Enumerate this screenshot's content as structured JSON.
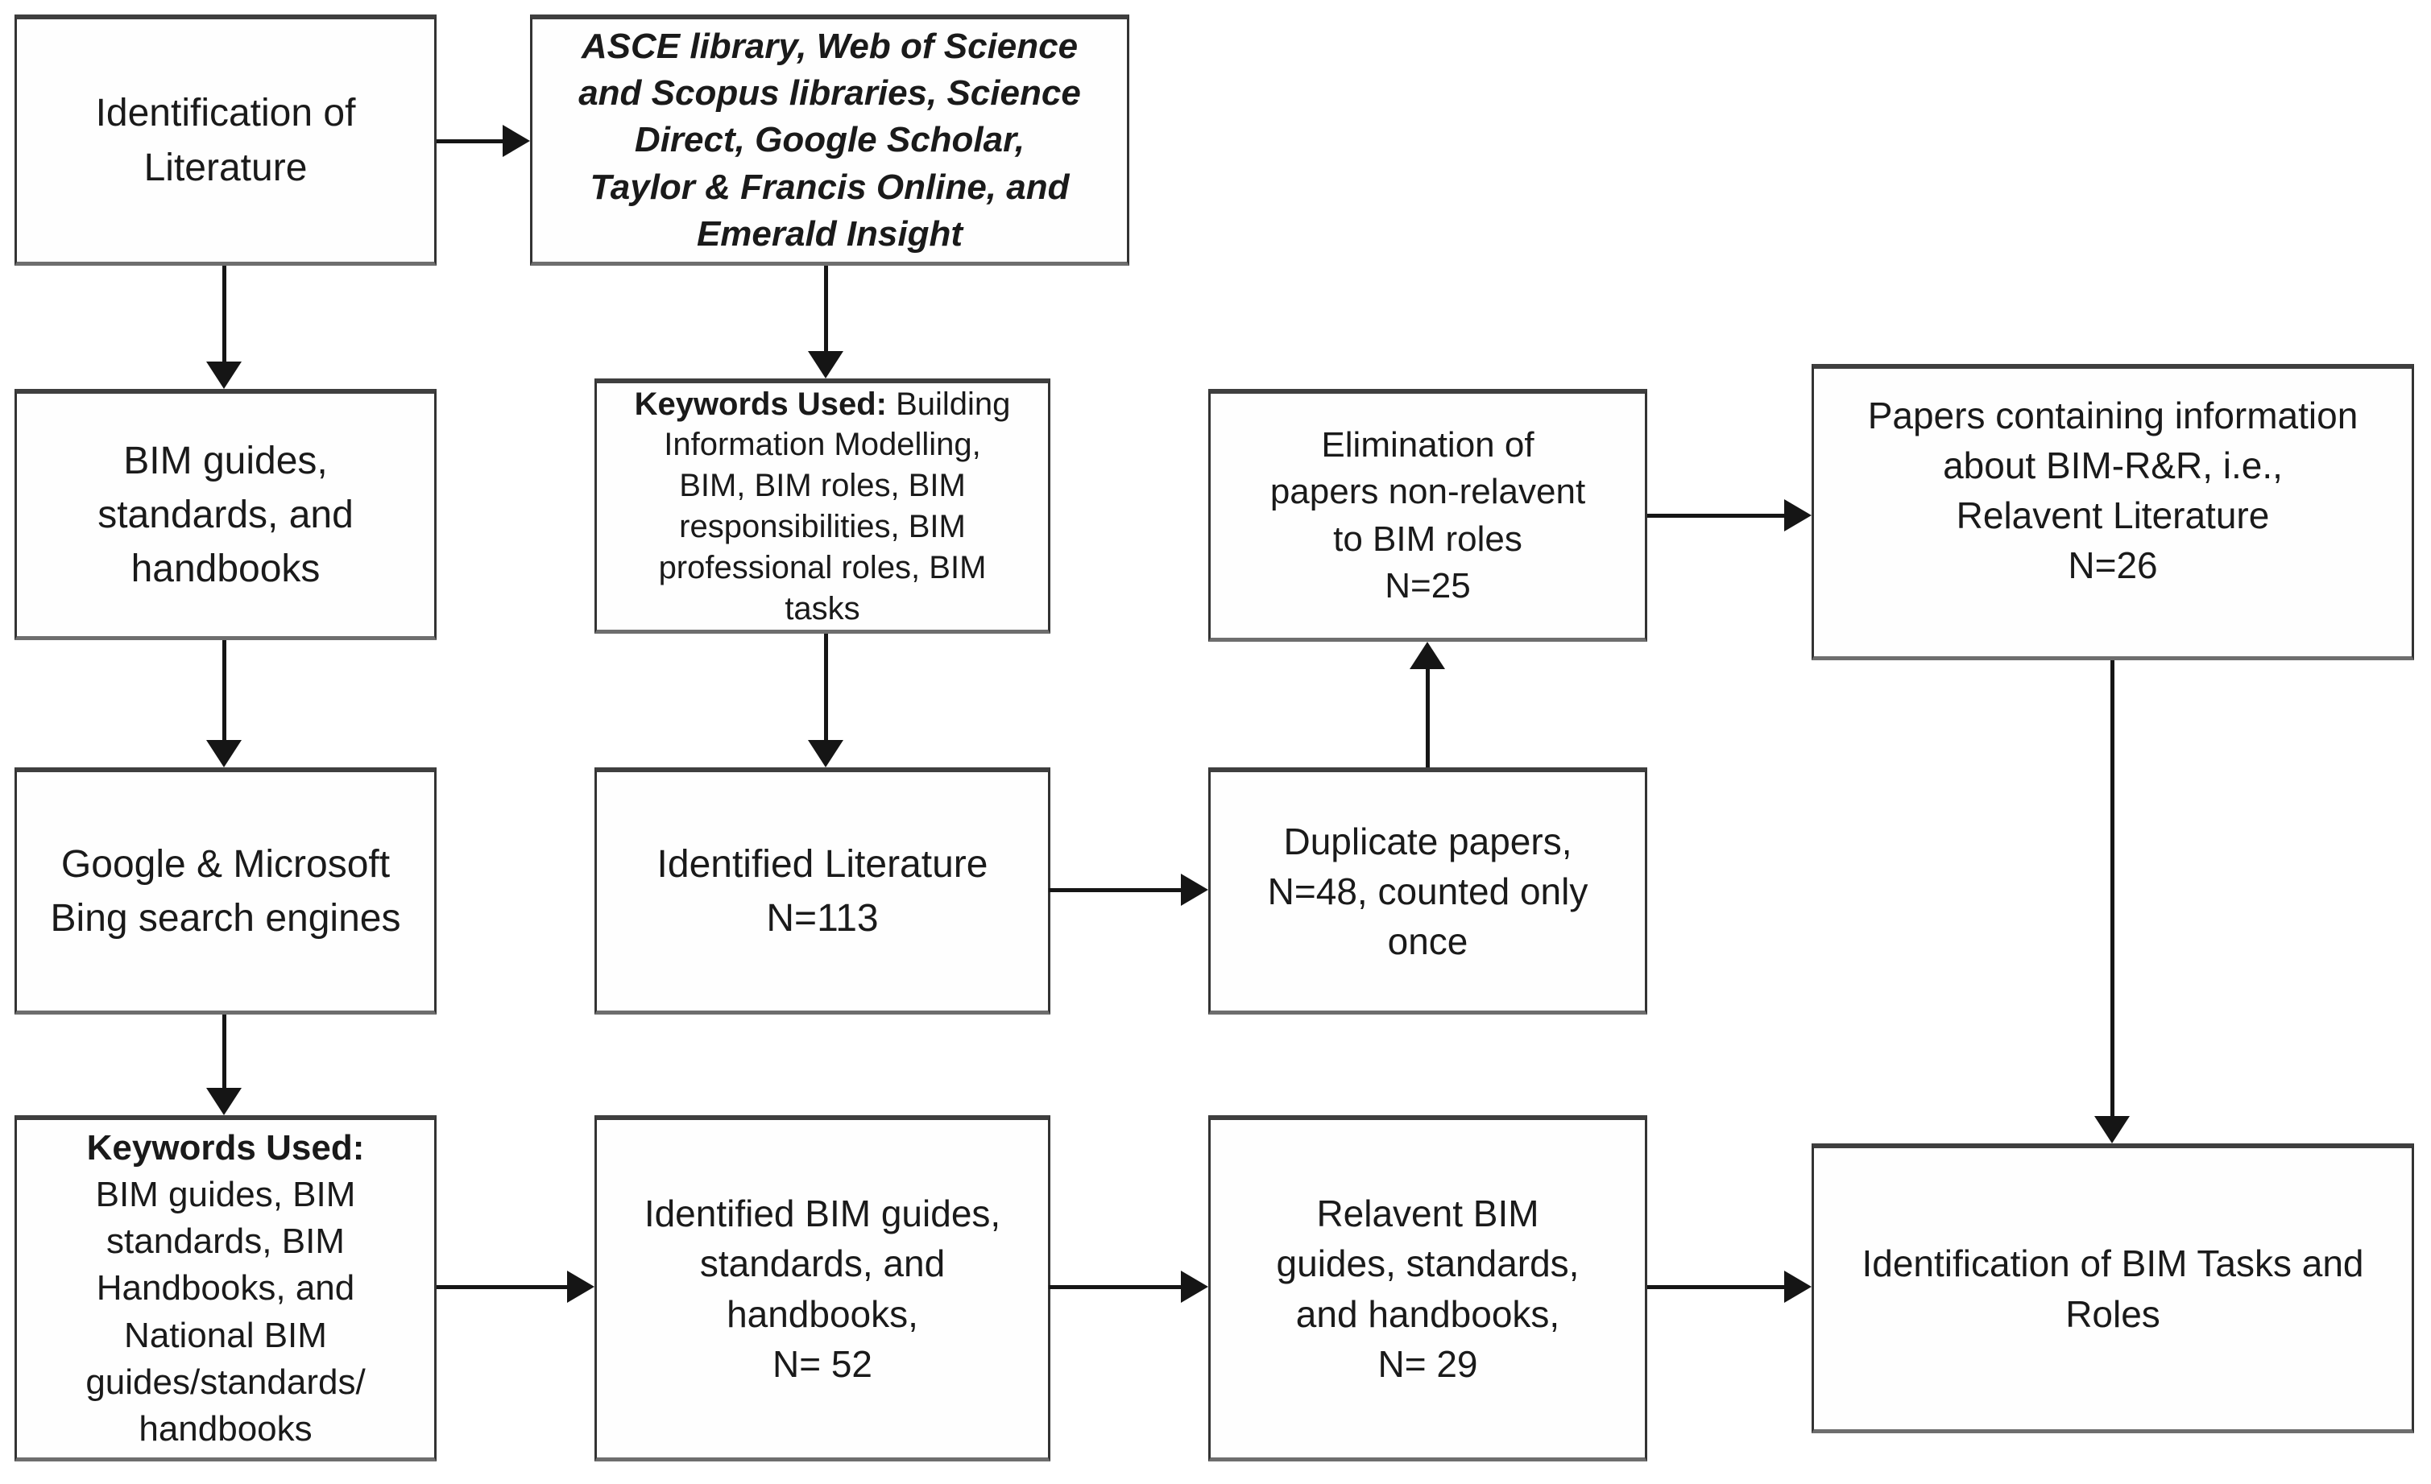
{
  "colors": {
    "background": "#ffffff",
    "line": "#151515",
    "text": "#1a1a1a",
    "border": "#333333"
  },
  "boxes": {
    "identification_literature": {
      "label": "Identification of\nLiterature"
    },
    "databases": {
      "label": "ASCE library, Web of Science\nand Scopus libraries, Science\nDirect, Google Scholar,\nTaylor & Francis Online, and\nEmerald Insight"
    },
    "bim_guides": {
      "label": "BIM guides,\nstandards, and\nhandbooks"
    },
    "keywords_literature": {
      "bold_prefix": "Keywords Used:",
      "label": " Building\nInformation Modelling,\nBIM, BIM roles, BIM\nresponsibilities, BIM\nprofessional roles, BIM\ntasks"
    },
    "elimination": {
      "label": "Elimination of\npapers non-relavent\nto BIM roles\nN=25"
    },
    "relevant_literature": {
      "label": "Papers containing information\nabout BIM-R&R, i.e.,\nRelavent Literature\nN=26"
    },
    "search_engines": {
      "label": "Google & Microsoft\nBing search engines"
    },
    "identified_literature": {
      "label": "Identified Literature\nN=113"
    },
    "duplicate_papers": {
      "label": "Duplicate papers,\nN=48, counted only\nonce"
    },
    "keywords_guides": {
      "bold_prefix": "Keywords Used:",
      "label": "\nBIM guides, BIM\nstandards, BIM\nHandbooks, and\nNational BIM\nguides/standards/\nhandbooks"
    },
    "identified_guides": {
      "label": "Identified BIM guides,\nstandards, and\nhandbooks,\nN= 52"
    },
    "relevant_guides": {
      "label": "Relavent BIM\nguides, standards,\nand handbooks,\nN= 29"
    },
    "tasks_roles": {
      "label": "Identification of BIM Tasks and\nRoles"
    }
  },
  "edges": [
    {
      "from": "identification_literature",
      "to": "databases"
    },
    {
      "from": "identification_literature",
      "to": "bim_guides"
    },
    {
      "from": "databases",
      "to": "keywords_literature"
    },
    {
      "from": "bim_guides",
      "to": "search_engines"
    },
    {
      "from": "keywords_literature",
      "to": "identified_literature"
    },
    {
      "from": "search_engines",
      "to": "keywords_guides"
    },
    {
      "from": "identified_literature",
      "to": "duplicate_papers"
    },
    {
      "from": "duplicate_papers",
      "to": "elimination"
    },
    {
      "from": "elimination",
      "to": "relevant_literature"
    },
    {
      "from": "relevant_literature",
      "to": "tasks_roles"
    },
    {
      "from": "keywords_guides",
      "to": "identified_guides"
    },
    {
      "from": "identified_guides",
      "to": "relevant_guides"
    },
    {
      "from": "relevant_guides",
      "to": "tasks_roles"
    }
  ]
}
